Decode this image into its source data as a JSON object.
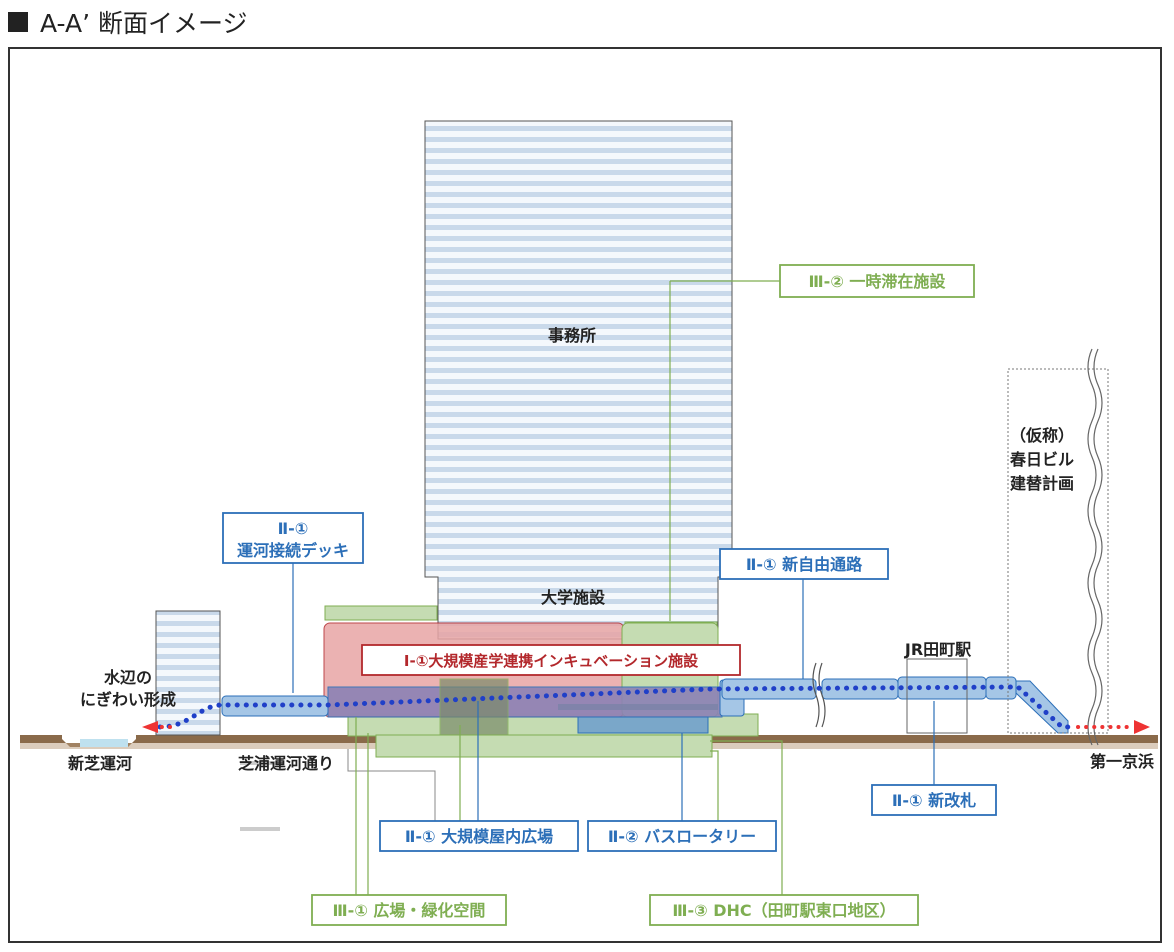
{
  "heading": "A-A’ 断面イメージ",
  "labels": {
    "office": "事務所",
    "university": "大学施設",
    "kasuga_1": "（仮称）",
    "kasuga_2": "春日ビル",
    "kasuga_3": "建替計画",
    "jr_station": "JR田町駅",
    "waterside_1": "水辺の",
    "waterside_2": "にぎわい形成",
    "canal": "新芝運河",
    "street": "芝浦運河通り",
    "keihin": "第一京浜"
  },
  "callouts": {
    "deck_1": "Ⅱ-①",
    "deck_2": "運河接続デッキ",
    "rest": "Ⅲ-② 一時滞在施設",
    "passage": "Ⅱ-① 新自由通路",
    "incubation": "Ⅰ-①大規模産学連携インキュベーション施設",
    "indoor_plaza": "Ⅱ-① 大規模屋内広場",
    "bus": "Ⅱ-② バスロータリー",
    "gate": "Ⅱ-① 新改札",
    "green": "Ⅲ-① 広場・緑化空間",
    "dhc": "Ⅲ-③ DHC（田町駅東口地区）"
  },
  "colors": {
    "blue": "#2c6fb8",
    "green": "#7fae52",
    "red": "#b3282c",
    "ground": "#8a6a4a"
  }
}
